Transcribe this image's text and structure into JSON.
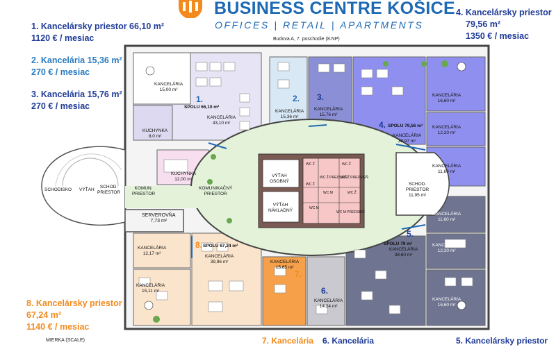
{
  "header": {
    "brand": "BUSINESS CENTRE KOŠICE",
    "tagline": "OFFICES | RETAIL | APARTMENTS",
    "building": "Budova A, 7. poschodie (8.NP)"
  },
  "offers": {
    "o1": {
      "line1": "1. Kancelársky priestor 66,10 m²",
      "line2": "1120 € / mesiac"
    },
    "o2": {
      "line1": "2. Kancelária 15,36 m²",
      "line2": "270 € / mesiac"
    },
    "o3": {
      "line1": "3. Kancelária 15,76 m²",
      "line2": "270 € / mesiac"
    },
    "o4": {
      "line1": "4. Kancelársky priestor",
      "line2": "79,56 m²",
      "line3": "1350 € / mesiac"
    },
    "o8": {
      "line1": "8. Kancelársky priestor",
      "line2": "67,24 m²",
      "line3": "1140 € / mesiac"
    }
  },
  "bottom": {
    "b7": "7. Kancelária",
    "b6": "6. Kancelária",
    "b5": "5. Kancelársky priestor"
  },
  "scale": "MIERKA (SCALE)",
  "rooms": {
    "r1a": {
      "name": "KANCELÁRIA",
      "area": "15,00 m²"
    },
    "r1b": {
      "name": "KANCELÁRIA",
      "area": "43,10 m²"
    },
    "r1k": {
      "name": "KUCHYNKA",
      "area": "8,0 m²"
    },
    "r1num": "1.",
    "r1tot": "SPOLU 66,10 m²",
    "r2": {
      "name": "KANCELÁRIA",
      "area": "15,36 m²"
    },
    "r2num": "2.",
    "r3": {
      "name": "KANCELÁRIA",
      "area": "15,76 m²"
    },
    "r3num": "3.",
    "r4a": {
      "name": "KANCELÁRIA",
      "area": "16,60 m²"
    },
    "r4b": {
      "name": "KANCELÁRIA",
      "area": "12,20 m²"
    },
    "r4c": {
      "name": "KANCELÁRIA",
      "area": "38,97 m²"
    },
    "r4d": {
      "name": "KANCELÁRIA",
      "area": "11,60 m²"
    },
    "r4num": "4.",
    "r4tot": "SPOLU 79,56 m²",
    "r5a": {
      "name": "KANCELÁRIA",
      "area": "11,60 m²"
    },
    "r5b": {
      "name": "KANCELÁRIA",
      "area": "12,20 m²"
    },
    "r5c": {
      "name": "KANCELÁRIA",
      "area": "38,60 m²"
    },
    "r5d": {
      "name": "KANCELÁRIA",
      "area": "16,60 m²"
    },
    "r5num": "5.",
    "r5tot": "SPOLU 79 m²",
    "r6": {
      "name": "KANCELÁRIA",
      "area": "14,24 m²"
    },
    "r6num": "6.",
    "r7": {
      "name": "KANCELÁRIA",
      "area": "15,65 m²"
    },
    "r7num": "7.",
    "r8a": {
      "name": "KANCELÁRIA",
      "area": "12,17 m²"
    },
    "r8b": {
      "name": "KANCELÁRIA",
      "area": "15,11 m²"
    },
    "r8c": {
      "name": "KANCELÁRIA",
      "area": "39,96 m²"
    },
    "r8num": "8.",
    "r8tot": "SPOLU 67,24 m²",
    "kitchen": {
      "name": "KUCHYNKA",
      "area": "12,00 m²"
    },
    "server": {
      "name": "SERVEROVŇA",
      "area": "7,73 m²"
    },
    "corridor": {
      "l1": "KOMUNIKAČNÝ",
      "l2": "PRIESTOR"
    },
    "komun": {
      "l1": "KOMUN.",
      "l2": "PRIESTOR"
    },
    "schod_left": {
      "l1": "SCHOD.",
      "l2": "PRIESTOR"
    },
    "schodisko": "SCHODISKO",
    "vytah": "VÝŤAH",
    "schod_right": {
      "l1": "SCHOD.",
      "l2": "PRIESTOR",
      "area": "11,95 m²"
    },
    "vytah_osob": {
      "l1": "VÝŤAH",
      "l2": "OSOBNÝ"
    },
    "vytah_nak": {
      "l1": "VÝŤAH",
      "l2": "NÁKLADNÝ"
    },
    "wc": [
      "WC Ž",
      "WC Ž",
      "WC Ž PREDSIEŇ",
      "WC Ž",
      "WC M",
      "WC Ž PREDSIEŇ",
      "WC M",
      "WC M PREDSIEŇ",
      "WC Ž"
    ]
  },
  "colors": {
    "accent_blue": "#1e69b4",
    "navy": "#1f3b97",
    "orange": "#f28a1d"
  }
}
